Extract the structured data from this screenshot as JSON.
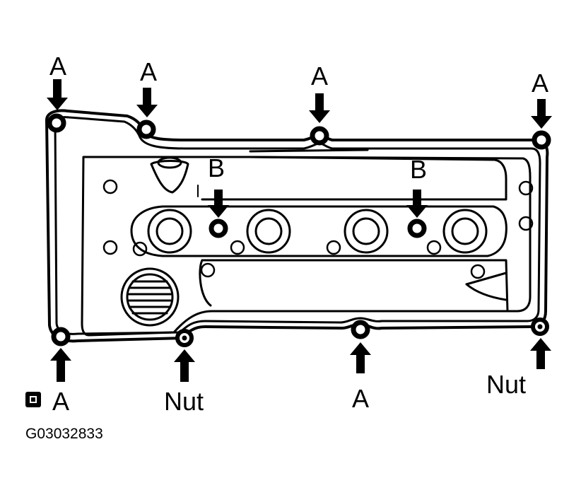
{
  "diagram": {
    "kind": "cylinder head cover bolt location",
    "bolt_labels": {
      "a_top_1": "A",
      "a_top_2": "A",
      "a_top_3": "A",
      "a_top_4": "A",
      "b_1": "B",
      "b_2": "B",
      "a_bottom_left": "A",
      "nut_left": "Nut",
      "a_bottom_mid": "A",
      "nut_right": "Nut"
    },
    "figure_code": "G03032833",
    "icons": [
      "sealant-symbol-icon",
      "arrow-down-icon",
      "arrow-up-icon",
      "bolt-icon",
      "nut-icon"
    ]
  }
}
